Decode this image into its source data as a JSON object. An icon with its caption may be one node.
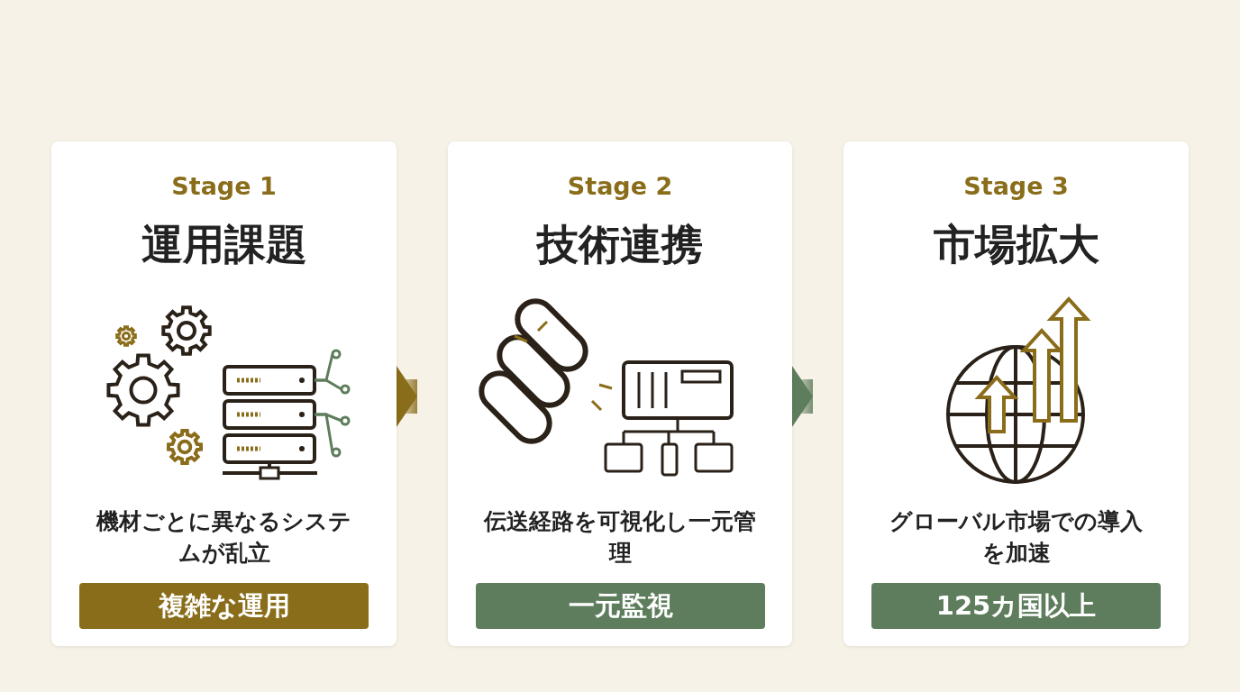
{
  "diagram": {
    "nodes": [
      {
        "text": [
          "Stage 1",
          "運用課題",
          "機材ごとに異なるシステムが乱立"
        ]
      },
      {
        "text": [
          "複雑な運用"
        ],
        "in": 0
      },
      {
        "text": [
          "Stage 2",
          "技術連携",
          "伝送経路を可視化し一元管理"
        ]
      },
      {
        "text": [
          "一元監視"
        ],
        "in": 2
      },
      {
        "text": [
          "Stage 3",
          "市場拡大",
          "グローバル市場での導入を加速"
        ]
      },
      {
        "text": [
          "125カ国以上"
        ],
        "in": 4
      }
    ],
    "edges": [
      {
        "from": 0,
        "to": 2,
        "arrow": "to",
        "style": "thick",
        "color": "#8a6d1a"
      },
      {
        "from": 2,
        "to": 4,
        "arrow": "to",
        "style": "thick",
        "color": "#5e7d5c"
      }
    ]
  }
}
